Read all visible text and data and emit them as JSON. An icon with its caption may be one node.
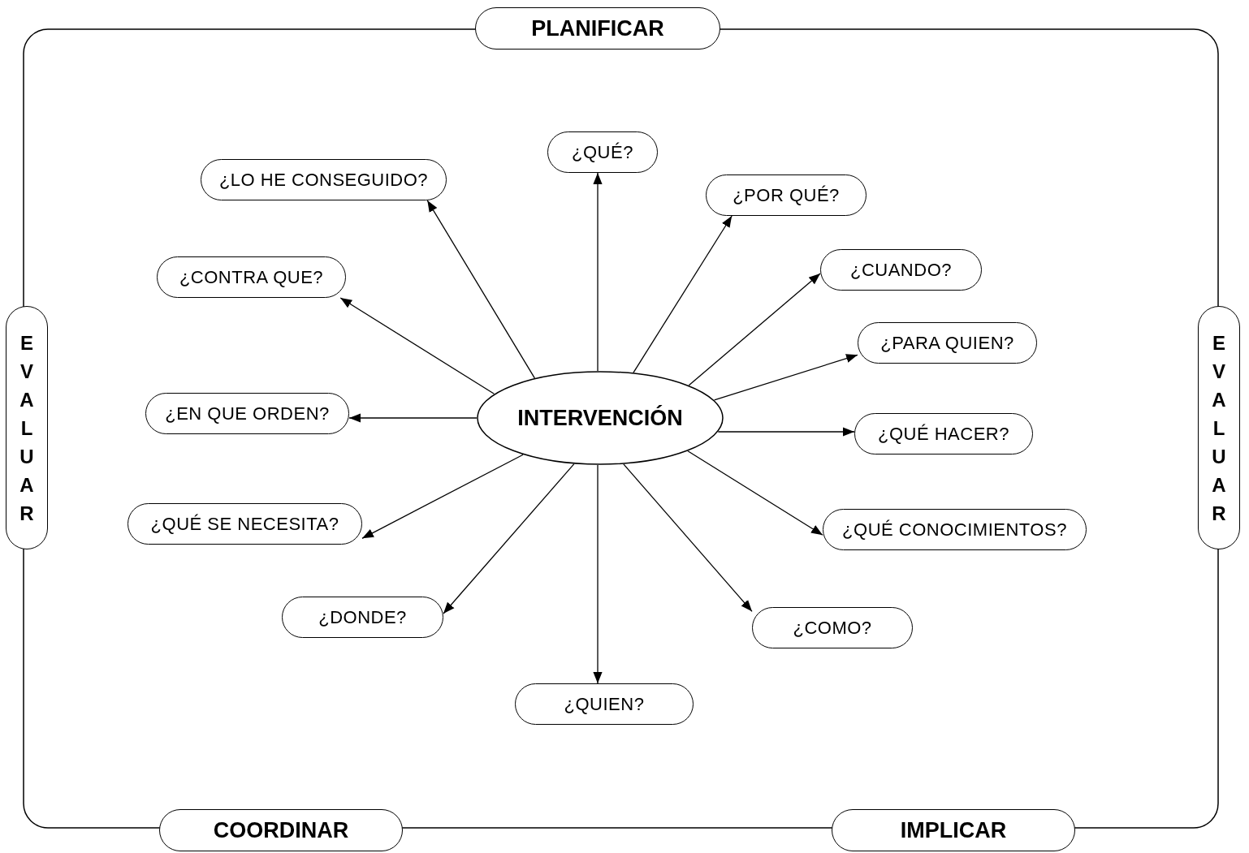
{
  "diagram": {
    "nodes": [
      {
        "text": [
          "PLANIFICAR"
        ]
      },
      {
        "text": [
          "EVALUAR"
        ]
      },
      {
        "text": [
          "EVALUAR"
        ]
      },
      {
        "text": [
          "¿QUÉ?"
        ]
      },
      {
        "text": [
          "¿LO HE CONSEGUIDO?"
        ]
      },
      {
        "text": [
          "¿POR QUÉ?"
        ]
      },
      {
        "text": [
          "¿CONTRA QUE?"
        ]
      },
      {
        "text": [
          "¿CUANDO?"
        ]
      },
      {
        "text": [
          "¿PARA QUIEN?"
        ]
      },
      {
        "text": [
          "¿EN QUE ORDEN?"
        ]
      },
      {
        "text": [
          "INTERVENCIÓN"
        ]
      },
      {
        "text": [
          "¿QUÉ HACER?"
        ]
      },
      {
        "text": [
          "¿QUÉ SE NECESITA?"
        ]
      },
      {
        "text": [
          "¿QUÉ CONOCIMIENTOS?"
        ]
      },
      {
        "text": [
          "¿DONDE?"
        ]
      },
      {
        "text": [
          "¿COMO?"
        ]
      },
      {
        "text": [
          "¿QUIEN?"
        ]
      },
      {
        "text": [
          "COORDINAR"
        ]
      },
      {
        "text": [
          "IMPLICAR"
        ]
      }
    ],
    "edges": [
      {
        "from": 10,
        "to": 3,
        "arrow": "to"
      },
      {
        "from": 10,
        "to": 4,
        "arrow": "to"
      },
      {
        "from": 10,
        "to": 5,
        "arrow": "to"
      },
      {
        "from": 10,
        "to": 6,
        "arrow": "to"
      },
      {
        "from": 10,
        "to": 7,
        "arrow": "to"
      },
      {
        "from": 10,
        "to": 8,
        "arrow": "to"
      },
      {
        "from": 10,
        "to": 9,
        "arrow": "to"
      },
      {
        "from": 10,
        "to": 11,
        "arrow": "to"
      },
      {
        "from": 10,
        "to": 12,
        "arrow": "to"
      },
      {
        "from": 10,
        "to": 13,
        "arrow": "to"
      },
      {
        "from": 10,
        "to": 14,
        "arrow": "to"
      },
      {
        "from": 10,
        "to": 15,
        "arrow": "to"
      },
      {
        "from": 10,
        "to": 16,
        "arrow": "to"
      }
    ]
  }
}
